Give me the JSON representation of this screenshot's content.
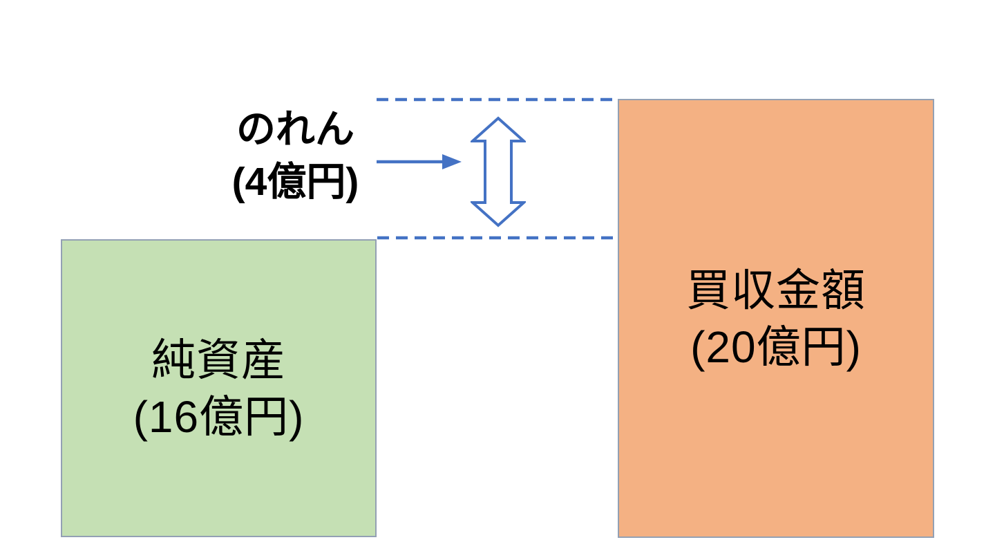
{
  "diagram": {
    "description": "Goodwill (noren) arising from an acquisition: difference between acquisition price and net assets",
    "goodwill": {
      "name": "のれん",
      "amount": "(4億円)",
      "value_oku_yen": 4
    },
    "net_assets": {
      "name": "純資産",
      "amount": "(16億円)",
      "value_oku_yen": 16
    },
    "acquisition": {
      "name": "買収金額",
      "amount": "(20億円)",
      "value_oku_yen": 20
    }
  },
  "colors": {
    "accent_blue": "#4472C4",
    "net_assets_fill": "#C5E0B4",
    "acquisition_fill": "#F4B183",
    "box_border": "#93A0B4",
    "text": "#000000",
    "background": "#FFFFFF"
  }
}
